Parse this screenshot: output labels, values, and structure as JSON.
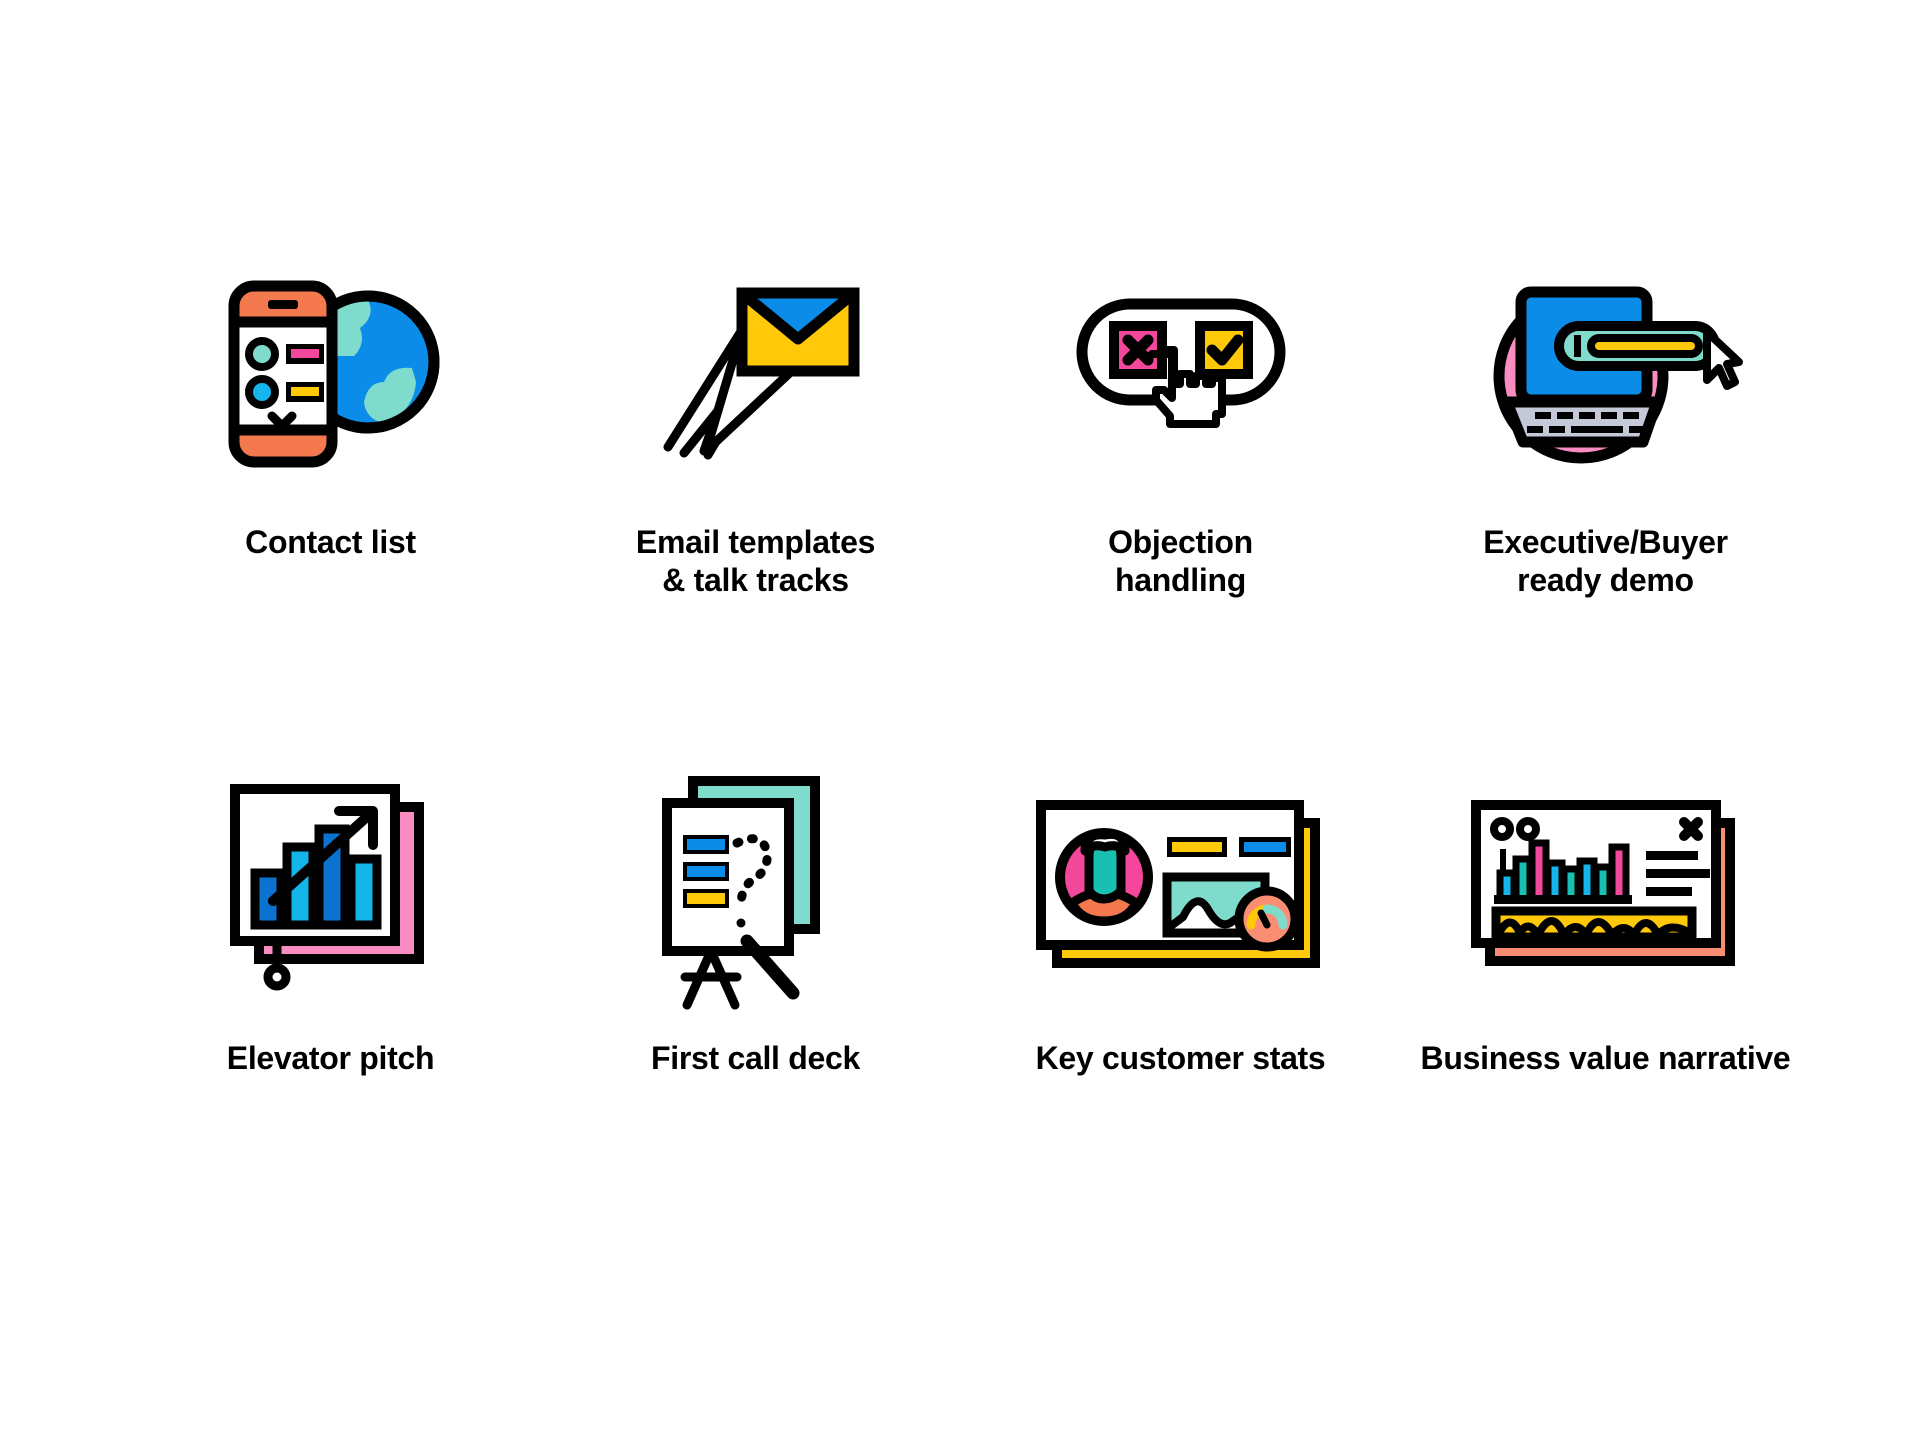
{
  "page": {
    "background_color": "#ffffff",
    "text_color": "#000000",
    "type": "icon-grid",
    "columns": 4,
    "rows": 2,
    "total_items": 8
  },
  "palette": {
    "outline": "#000000",
    "blue": "#0c8ce9",
    "blue_dark": "#0b72cf",
    "cyan": "#13b5ea",
    "mint": "#7fdccd",
    "teal": "#19bfb0",
    "pink": "#fa8cc1",
    "pink_hot": "#f2479b",
    "magenta": "#ec3e8e",
    "yellow": "#ffc90a",
    "orange": "#f4794f",
    "salmon": "#fa8e73",
    "gray": "#c3c9d6",
    "white": "#ffffff"
  },
  "items": [
    {
      "id": "contact-list",
      "label": "Contact list",
      "icon": "phone-globe-icon",
      "row": 1,
      "col": 1,
      "elements": [
        "smartphone",
        "globe",
        "contact-rows",
        "chevron-down"
      ]
    },
    {
      "id": "email-templates",
      "label": "Email templates\n& talk tracks",
      "icon": "paper-plane-envelope-icon",
      "row": 1,
      "col": 2,
      "elements": [
        "envelope",
        "paper-plane",
        "motion-lines"
      ]
    },
    {
      "id": "objection-handling",
      "label": "Objection\nhandling",
      "icon": "choice-pill-cursor-icon",
      "row": 1,
      "col": 3,
      "elements": [
        "pill",
        "x-checkbox",
        "check-checkbox",
        "hand-cursor"
      ]
    },
    {
      "id": "executive-buyer-demo",
      "label": "Executive/Buyer\nready demo",
      "icon": "laptop-search-cursor-icon",
      "row": 1,
      "col": 4,
      "elements": [
        "circle-backdrop",
        "laptop-screen",
        "keyboard",
        "search-bar",
        "arrow-cursor"
      ]
    },
    {
      "id": "elevator-pitch",
      "label": "Elevator pitch",
      "icon": "bar-chart-slide-icon",
      "row": 2,
      "col": 1,
      "elements": [
        "slide-shadow",
        "slide",
        "bars",
        "growth-arrow",
        "stand"
      ]
    },
    {
      "id": "first-call-deck",
      "label": "First call deck",
      "icon": "easel-question-icon",
      "row": 2,
      "col": 2,
      "elements": [
        "back-sheet",
        "front-sheet",
        "list-bars",
        "dashed-question-mark",
        "tripod",
        "pointer"
      ]
    },
    {
      "id": "key-customer-stats",
      "label": "Key customer stats",
      "icon": "dashboard-avatar-icon",
      "row": 2,
      "col": 3,
      "elements": [
        "card-shadow",
        "card",
        "avatar",
        "bars",
        "area-chart",
        "gauge"
      ]
    },
    {
      "id": "business-value-narrative",
      "label": "Business value narrative",
      "icon": "browser-analytics-icon",
      "row": 2,
      "col": 4,
      "elements": [
        "window-shadow",
        "window",
        "window-dots",
        "close-x",
        "bar-chart",
        "text-lines",
        "yellow-wave-chart"
      ]
    }
  ],
  "chart_data": {
    "type": "bar",
    "title": "Elevator pitch slide mini bar chart",
    "categories": [
      "1",
      "2",
      "3",
      "4"
    ],
    "values": [
      38,
      62,
      82,
      52
    ],
    "colors": [
      "#0b72cf",
      "#13b5ea",
      "#0b72cf",
      "#13b5ea"
    ],
    "annotation": "upward growth arrow",
    "ylim": [
      0,
      100
    ],
    "grid": false,
    "legend": "none"
  },
  "chart_data_secondary": {
    "type": "bar",
    "title": "Business value narrative mini bar chart",
    "categories": [
      "1",
      "2",
      "3",
      "4",
      "5",
      "6",
      "7",
      "8"
    ],
    "values": [
      38,
      62,
      92,
      55,
      44,
      58,
      46,
      78
    ],
    "colors": [
      "#13b5ea",
      "#19bfb0",
      "#f2479b",
      "#13b5ea",
      "#19bfb0",
      "#13b5ea",
      "#19bfb0",
      "#f2479b"
    ],
    "ylim": [
      0,
      100
    ],
    "grid": false,
    "legend": "none"
  }
}
